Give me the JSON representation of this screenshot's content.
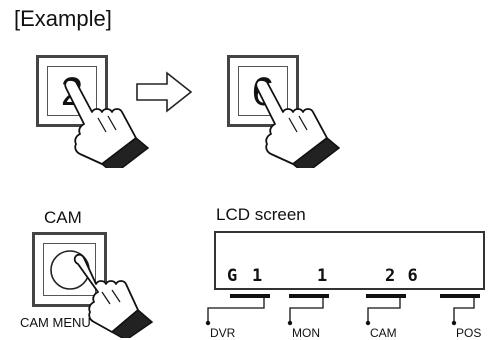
{
  "example_label": "[Example]",
  "keys": [
    {
      "digit": "2"
    },
    {
      "digit": "6"
    }
  ],
  "cam_key": {
    "title": "CAM",
    "sublabel": "CAM MENU"
  },
  "lcd": {
    "title": "LCD screen",
    "segments": [
      "G",
      "1",
      "1",
      "2 6"
    ]
  },
  "buttons": [
    "DVR",
    "MON",
    "CAM",
    "POS"
  ],
  "icons": [
    "finger-press-icon",
    "right-arrow-icon"
  ]
}
